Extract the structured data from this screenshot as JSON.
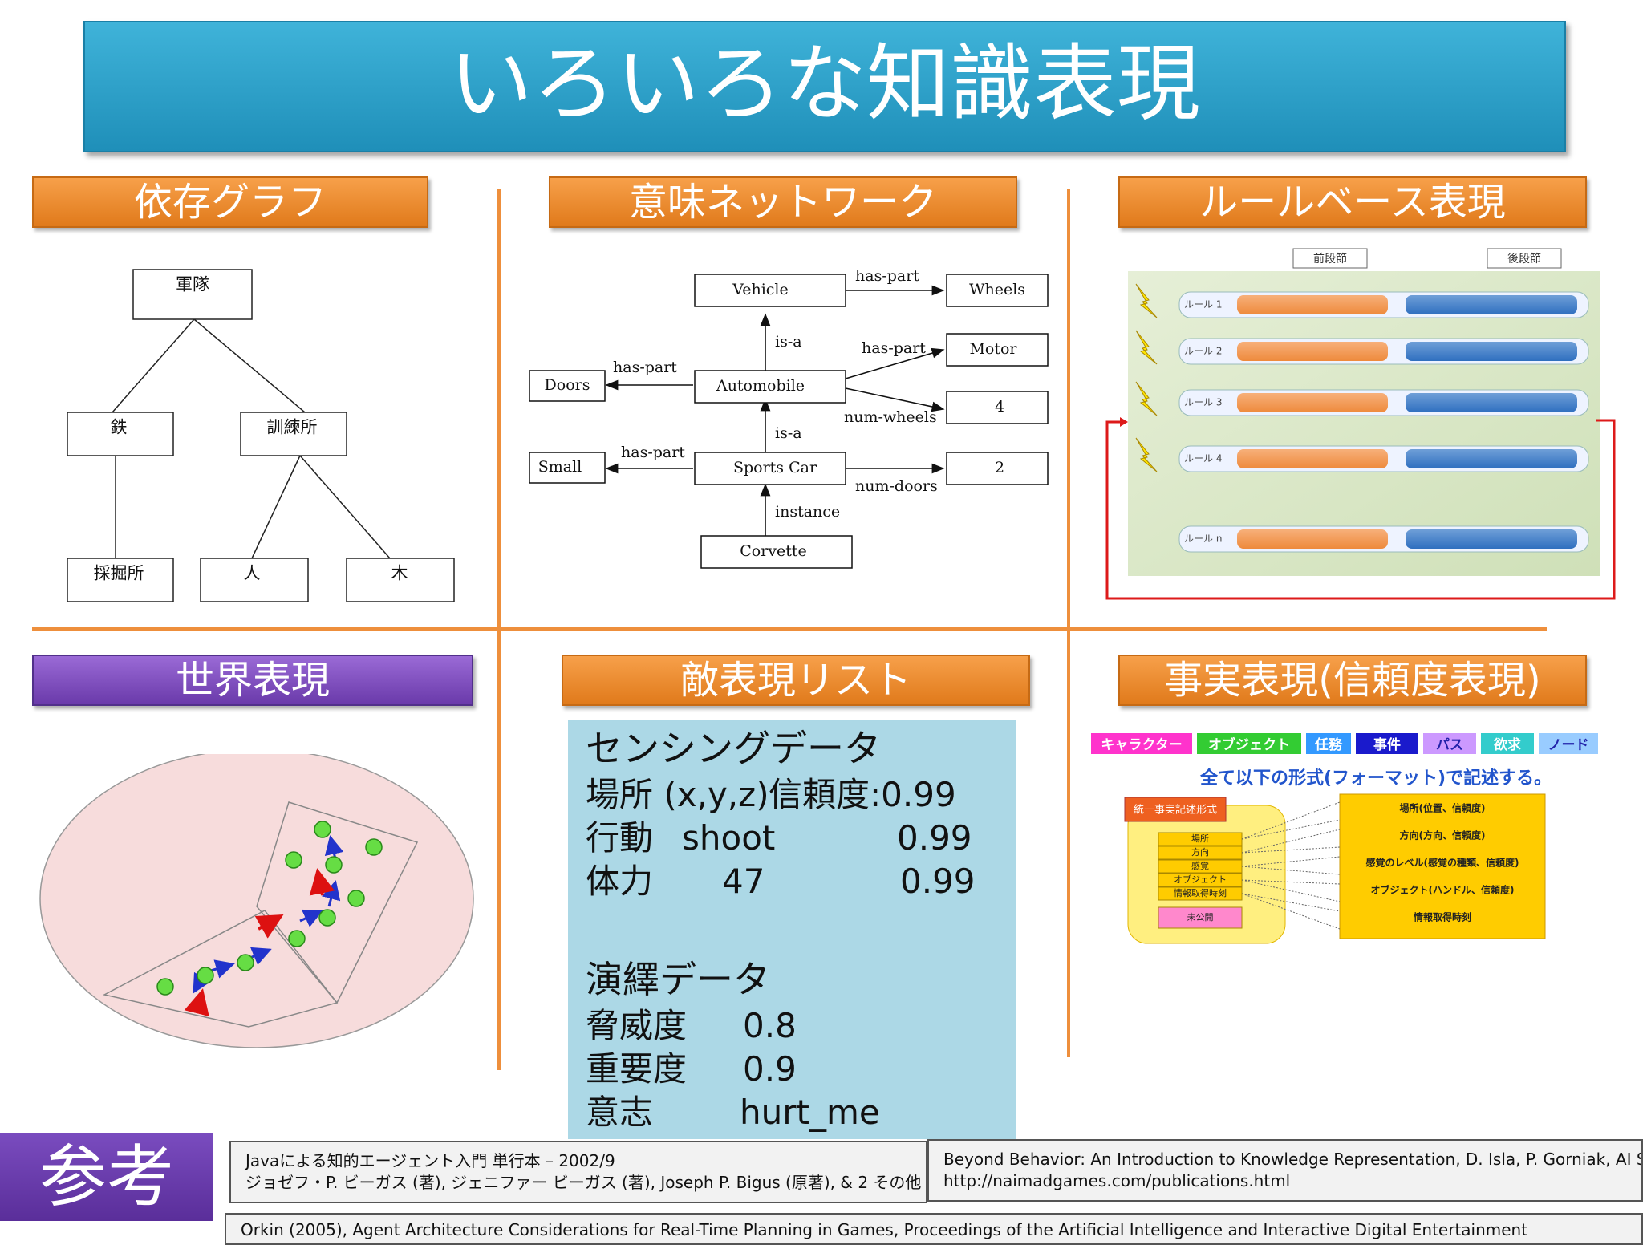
{
  "title": "いろいろな知識表現",
  "sections": {
    "dependency_graph": "依存グラフ",
    "semantic_network": "意味ネットワーク",
    "rule_based": "ルールベース表現",
    "world": "世界表現",
    "enemy_list": "敵表現リスト",
    "fact": "事実表現(信頼度表現)"
  },
  "dependency_graph": {
    "root": "軍隊",
    "mid_left": "鉄",
    "mid_right": "訓練所",
    "leaf_1": "採掘所",
    "leaf_2": "人",
    "leaf_3": "木"
  },
  "semantic_network": {
    "nodes": {
      "vehicle": "Vehicle",
      "wheels": "Wheels",
      "motor": "Motor",
      "doors": "Doors",
      "automobile": "Automobile",
      "four": "4",
      "small": "Small",
      "sports_car": "Sports Car",
      "two": "2",
      "corvette": "Corvette"
    },
    "edges": {
      "has_part_1": "has-part",
      "is_a_1": "is-a",
      "has_part_2": "has-part",
      "has_part_3": "has-part",
      "num_wheels": "num-wheels",
      "is_a_2": "is-a",
      "has_part_4": "has-part",
      "num_doors": "num-doors",
      "instance": "instance"
    }
  },
  "rule_based": {
    "header_left": "前段節",
    "header_right": "後段節",
    "rules": [
      "ルール 1",
      "ルール 2",
      "ルール 3",
      "ルール 4",
      "ルール n"
    ]
  },
  "enemy_list": {
    "sensing_title": "センシングデータ",
    "rows": [
      {
        "label": "場所 (x,y,z)",
        "value": "",
        "conf": "信頼度:0.99"
      },
      {
        "label": "行動",
        "value": "shoot",
        "conf": "0.99"
      },
      {
        "label": "体力",
        "value": "47",
        "conf": "0.99"
      }
    ],
    "deduction_title": "演繹データ",
    "deduction_rows": [
      {
        "label": "脅威度",
        "value": "0.8"
      },
      {
        "label": "重要度",
        "value": "0.9"
      },
      {
        "label": "意志",
        "value": "hurt_me"
      }
    ]
  },
  "fact": {
    "tabs": [
      "キャラクター",
      "オブジェクト",
      "任務",
      "事件",
      "パス",
      "欲求",
      "ノード"
    ],
    "tab_colors": [
      "#ff33cc",
      "#33cc33",
      "#3399ff",
      "#1a1acc",
      "#cc99ff",
      "#33cccc",
      "#99ccff"
    ],
    "caption": "全て以下の形式(フォーマット)で記述する。",
    "format_title": "統一事実記述形式",
    "format_fields": [
      "場所",
      "方向",
      "感覚",
      "オブジェクト",
      "情報取得時刻",
      "未公開"
    ],
    "details": [
      "場所(位置、信頼度)",
      "方向(方向、信頼度)",
      "感覚のレベル(感覚の種類、信頼度)",
      "オブジェクト(ハンドル、信頼度)",
      "情報取得時刻"
    ]
  },
  "references": {
    "label": "参考",
    "ref1_line1": "Javaによる知的エージェント入門 単行本 – 2002/9",
    "ref1_line2": "ジョゼフ・P. ビーガス (著), ジェニファー ビーガス (著), Joseph P. Bigus (原著), & 2 その他",
    "ref2_line1": "Beyond Behavior: An Introduction to Knowledge Representation, D. Isla, P. Gorniak, AI Summit",
    "ref2_line2": "http://naimadgames.com/publications.html",
    "ref3_line1": "Orkin (2005), Agent Architecture Considerations for Real-Time Planning in Games, Proceedings of the Artificial Intelligence and Interactive Digital Entertainment"
  }
}
